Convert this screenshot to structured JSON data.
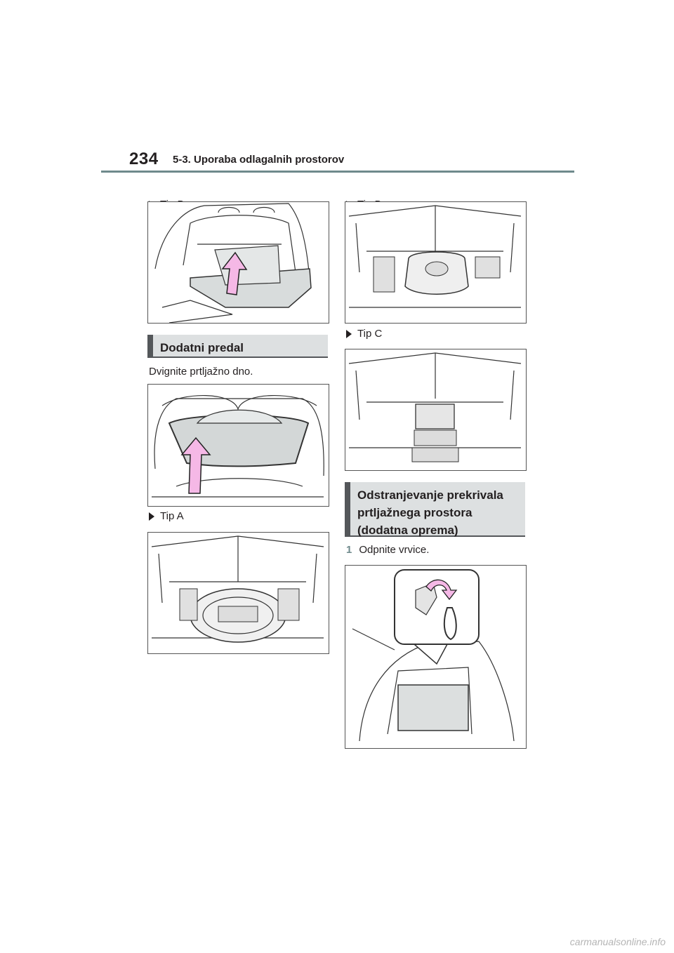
{
  "header": {
    "page_number": "234",
    "section": "5-3. Uporaba odlagalnih prostorov"
  },
  "left": {
    "label_tip_b": "Tip B",
    "heading": "Dodatni predal",
    "instruction": "Dvignite prtljažno dno.",
    "label_tip_a": "Tip A"
  },
  "right": {
    "label_tip_b": "Tip B",
    "label_tip_c": "Tip C",
    "heading_line1": "Odstranjevanje prekrivala",
    "heading_line2": "prtljažnega prostora",
    "heading_line3": "(dodatna oprema)",
    "step1_num": "1",
    "step1_text": "Odpnite vrvice."
  },
  "footer": {
    "watermark": "carmanualsonline.info"
  },
  "colors": {
    "accent": "#6f8a8c",
    "arrow_pink": "#f5b8e6",
    "heading_bg": "#dde0e1"
  }
}
